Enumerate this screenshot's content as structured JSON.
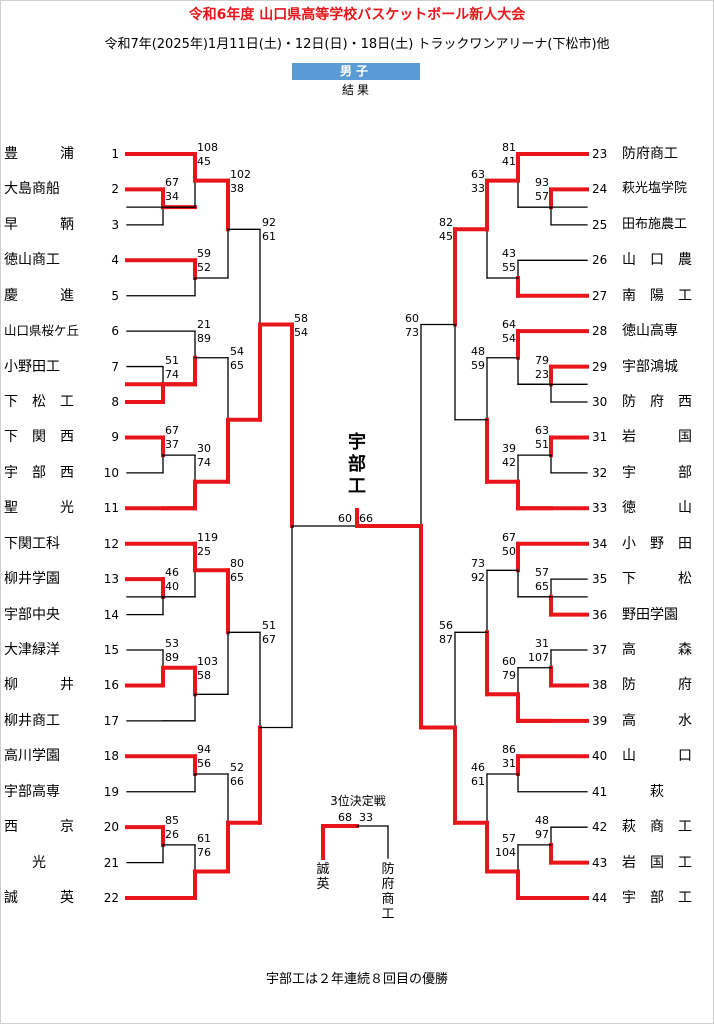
{
  "title": "令和6年度 山口県高等学校バスケットボール新人大会",
  "subtitle": "令和7年(2025年)1月11日(土)・12日(日)・18日(土) トラックワンアリーナ(下松市)他",
  "category": "男子",
  "result_label": "結果",
  "champion": "宇部工",
  "footer": "宇部工は２年連続８回目の優勝",
  "colors": {
    "winner_line": "#e8161a",
    "loser_line": "#000000",
    "category_bg": "#5b9bd5",
    "title": "#e8161a"
  },
  "left_teams": [
    {
      "seed": "1",
      "name": "豊　　　浦"
    },
    {
      "seed": "2",
      "name": "大島商船"
    },
    {
      "seed": "3",
      "name": "早　　　鞆"
    },
    {
      "seed": "4",
      "name": "徳山商工"
    },
    {
      "seed": "5",
      "name": "慶　　　進"
    },
    {
      "seed": "6",
      "name": "山口県桜ケ丘"
    },
    {
      "seed": "7",
      "name": "小野田工"
    },
    {
      "seed": "8",
      "name": "下　松　工"
    },
    {
      "seed": "9",
      "name": "下　関　西"
    },
    {
      "seed": "10",
      "name": "宇　部　西"
    },
    {
      "seed": "11",
      "name": "聖　　　光"
    },
    {
      "seed": "12",
      "name": "下関工科"
    },
    {
      "seed": "13",
      "name": "柳井学園"
    },
    {
      "seed": "14",
      "name": "宇部中央"
    },
    {
      "seed": "15",
      "name": "大津緑洋"
    },
    {
      "seed": "16",
      "name": "柳　　　井"
    },
    {
      "seed": "17",
      "name": "柳井商工"
    },
    {
      "seed": "18",
      "name": "高川学園"
    },
    {
      "seed": "19",
      "name": "宇部高専"
    },
    {
      "seed": "20",
      "name": "西　　　京"
    },
    {
      "seed": "21",
      "name": "　　光"
    },
    {
      "seed": "22",
      "name": "誠　　　英"
    }
  ],
  "right_teams": [
    {
      "seed": "23",
      "name": "防府商工"
    },
    {
      "seed": "24",
      "name": "萩光塩学院"
    },
    {
      "seed": "25",
      "name": "田布施農工"
    },
    {
      "seed": "26",
      "name": "山　口　農"
    },
    {
      "seed": "27",
      "name": "南　陽　工"
    },
    {
      "seed": "28",
      "name": "徳山高専"
    },
    {
      "seed": "29",
      "name": "宇部鴻城"
    },
    {
      "seed": "30",
      "name": "防　府　西"
    },
    {
      "seed": "31",
      "name": "岩　　　国"
    },
    {
      "seed": "32",
      "name": "宇　　　部"
    },
    {
      "seed": "33",
      "name": "徳　　　山"
    },
    {
      "seed": "34",
      "name": "小　野　田"
    },
    {
      "seed": "35",
      "name": "下　　　松"
    },
    {
      "seed": "36",
      "name": "野田学園"
    },
    {
      "seed": "37",
      "name": "高　　　森"
    },
    {
      "seed": "38",
      "name": "防　　　府"
    },
    {
      "seed": "39",
      "name": "高　　　水"
    },
    {
      "seed": "40",
      "name": "山　　　口"
    },
    {
      "seed": "41",
      "name": "　　萩"
    },
    {
      "seed": "42",
      "name": "萩　商　工"
    },
    {
      "seed": "43",
      "name": "岩　国　工"
    },
    {
      "seed": "44",
      "name": "宇　部　工"
    }
  ],
  "matches": {
    "L_r1_2v3": [
      "67",
      "34"
    ],
    "L_r1_7v8": [
      "51",
      "74"
    ],
    "L_r1_9v10": [
      "67",
      "37"
    ],
    "L_r1_13v14": [
      "46",
      "40"
    ],
    "L_r1_15v16": [
      "53",
      "89"
    ],
    "L_r1_20v21": [
      "85",
      "26"
    ],
    "L_r2_a": [
      "108",
      "45"
    ],
    "L_r2_b": [
      "59",
      "52"
    ],
    "L_r2_c": [
      "21",
      "89"
    ],
    "L_r2_d": [
      "30",
      "74"
    ],
    "L_r2_e": [
      "119",
      "25"
    ],
    "L_r2_f": [
      "103",
      "58"
    ],
    "L_r2_g": [
      "94",
      "56"
    ],
    "L_r2_h": [
      "61",
      "76"
    ],
    "L_r3_a": [
      "102",
      "38"
    ],
    "L_r3_b": [
      "54",
      "65"
    ],
    "L_r3_c": [
      "80",
      "65"
    ],
    "L_r3_d": [
      "52",
      "66"
    ],
    "L_r4_a": [
      "92",
      "61"
    ],
    "L_r4_b": [
      "51",
      "67"
    ],
    "L_r5": [
      "58",
      "54"
    ],
    "final": [
      "60",
      "66"
    ],
    "R_r1_24v25": [
      "93",
      "57"
    ],
    "R_r1_29v30": [
      "79",
      "23"
    ],
    "R_r1_31v32": [
      "63",
      "51"
    ],
    "R_r1_35v36": [
      "57",
      "65"
    ],
    "R_r1_37v38": [
      "31",
      "107"
    ],
    "R_r1_42v43": [
      "48",
      "97"
    ],
    "R_r2_a": [
      "81",
      "41"
    ],
    "R_r2_b": [
      "43",
      "55"
    ],
    "R_r2_c": [
      "64",
      "54"
    ],
    "R_r2_d": [
      "39",
      "42"
    ],
    "R_r2_e": [
      "67",
      "50"
    ],
    "R_r2_f": [
      "60",
      "79"
    ],
    "R_r2_g": [
      "86",
      "31"
    ],
    "R_r2_h": [
      "57",
      "104"
    ],
    "R_r3_a": [
      "63",
      "33"
    ],
    "R_r3_b": [
      "48",
      "59"
    ],
    "R_r3_c": [
      "73",
      "92"
    ],
    "R_r3_d": [
      "46",
      "61"
    ],
    "R_r4_a": [
      "82",
      "45"
    ],
    "R_r4_b": [
      "56",
      "87"
    ],
    "R_r5": [
      "60",
      "73"
    ]
  },
  "third_place": {
    "title": "3位決定戦",
    "left_team": "誠英",
    "right_team": "防府商工",
    "scores": [
      "68",
      "33"
    ]
  }
}
